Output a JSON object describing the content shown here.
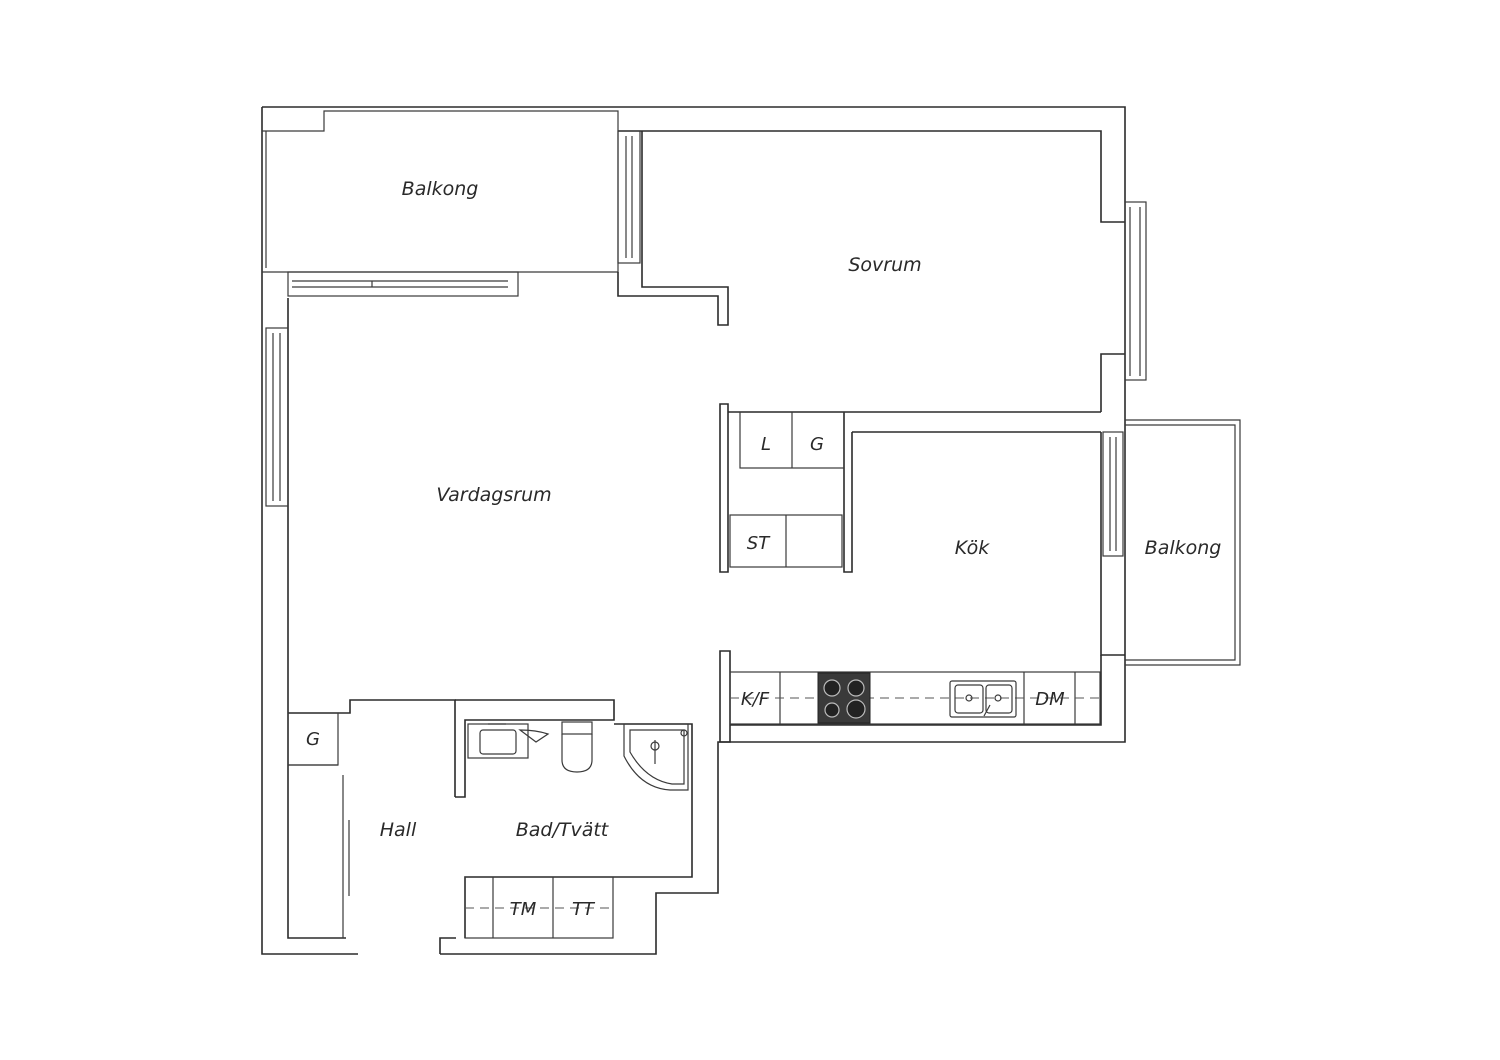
{
  "rooms": {
    "balkong_top": "Balkong",
    "sovrum": "Sovrum",
    "vardagsrum": "Vardagsrum",
    "kok": "Kök",
    "balkong_right": "Balkong",
    "hall": "Hall",
    "bad": "Bad/Tvätt"
  },
  "fixtures": {
    "l": "L",
    "g_closet": "G",
    "st": "ST",
    "kf": "K/F",
    "dm": "DM",
    "g_hall": "G",
    "tm": "TM",
    "tt": "TT"
  },
  "icons": [
    "hob-icon",
    "double-sink-icon",
    "washbasin-icon",
    "toilet-icon",
    "corner-shower-icon"
  ]
}
